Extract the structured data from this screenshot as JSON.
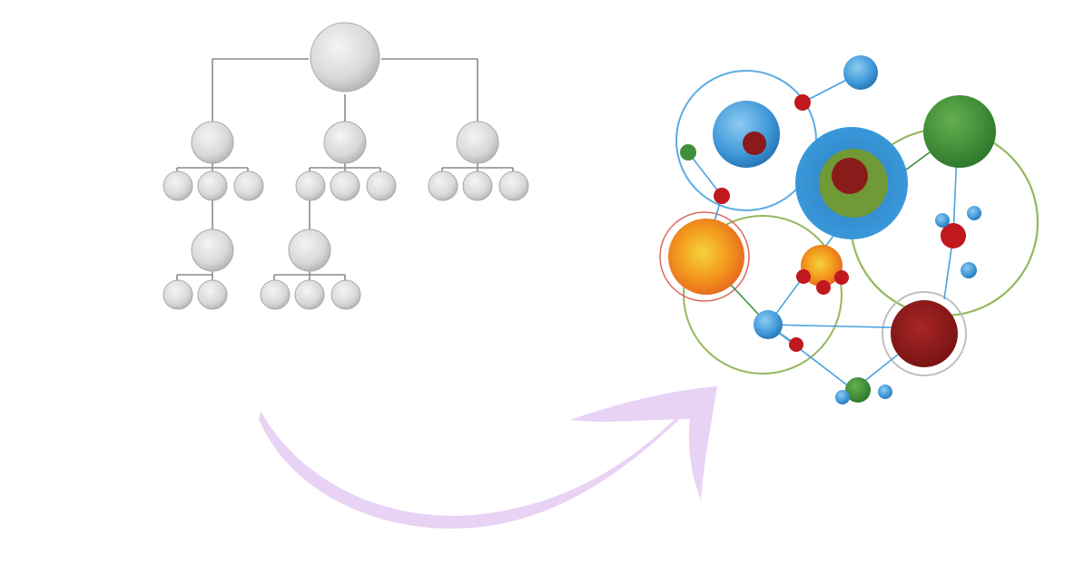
{
  "diagram": {
    "left_panel": {
      "kind": "hierarchical-tree",
      "node_color": "#d9d9d9",
      "line_color": "#8a8a8a"
    },
    "arrow": {
      "kind": "curved-brush-arrow",
      "color": "#e9d3f5"
    },
    "right_panel": {
      "kind": "network-graph",
      "colors": {
        "blue": "#4aa3e0",
        "green": "#3f8f3a",
        "orange": "#f39a1e",
        "red": "#c0181f",
        "dark_red": "#8b1a1a",
        "ring_blue": "#4aa3e0",
        "ring_green": "#8ab04d",
        "ring_red": "#d9584f",
        "ring_gray": "#b8b8b8"
      }
    }
  }
}
